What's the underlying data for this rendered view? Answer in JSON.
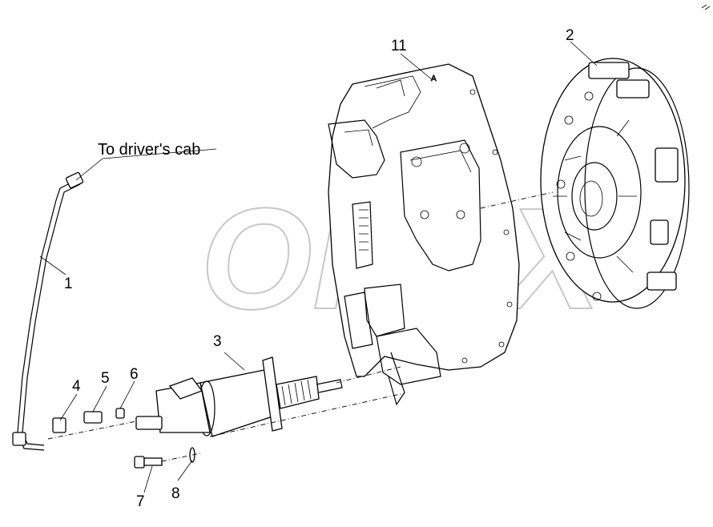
{
  "watermark": "OPEX",
  "cab_label": "To driver's cab",
  "callouts": {
    "p1": "1",
    "p2": "2",
    "p3": "3",
    "p4": "4",
    "p5": "5",
    "p6": "6",
    "p7": "7",
    "p8": "8",
    "p11": "11"
  },
  "housing_mark": "A"
}
